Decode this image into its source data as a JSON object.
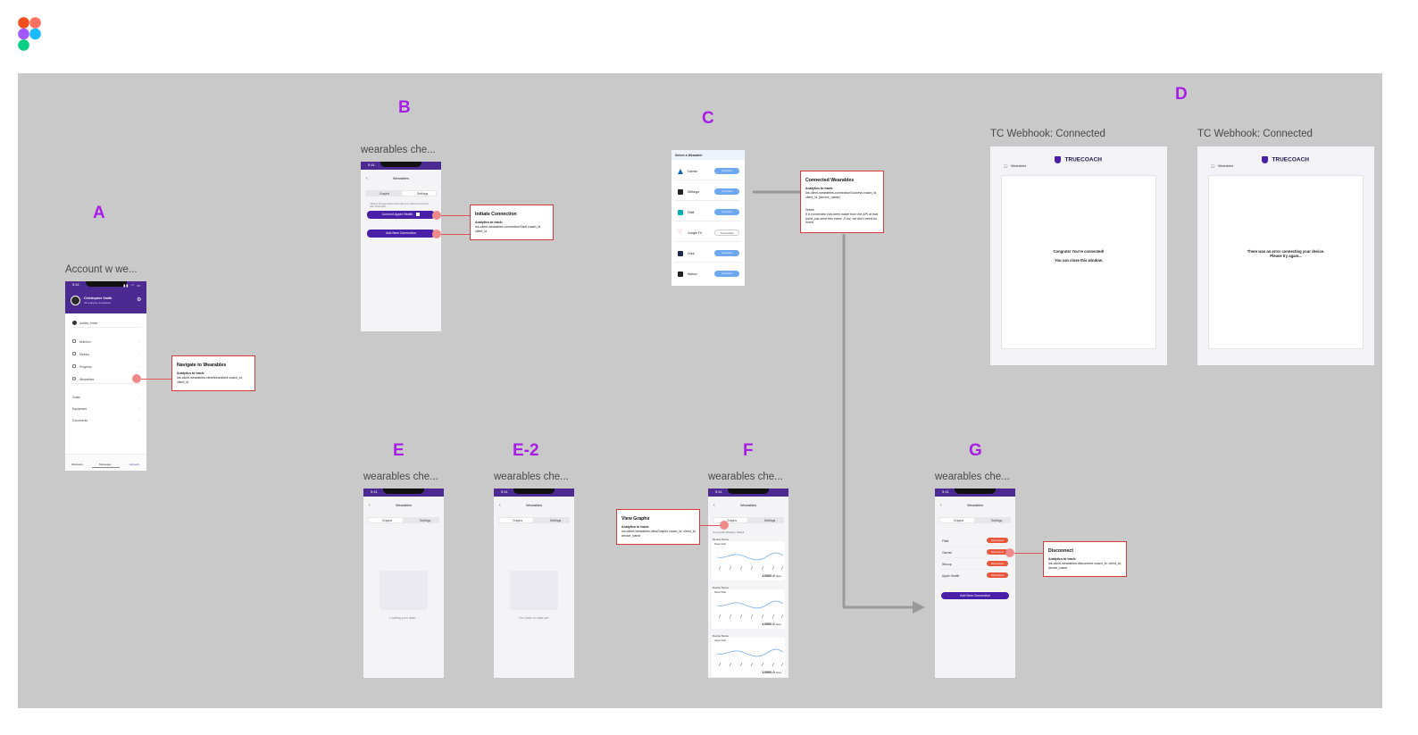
{
  "letters": {
    "a": "A",
    "b": "B",
    "c": "C",
    "d": "D",
    "e": "E",
    "e2": "E-2",
    "f": "F",
    "g": "G"
  },
  "frames": {
    "a": "Account w we...",
    "b": "wearables che...",
    "d1": "TC Webhook: Connected",
    "d2": "TC Webhook: Connected",
    "e": "wearables che...",
    "e2": "wearables che...",
    "f": "wearables che...",
    "g": "wearables che..."
  },
  "status_time": "9:41",
  "account": {
    "name": "Christopher Smith",
    "sub": "All analysis completed",
    "team": "Ashley Jones",
    "menu": [
      "Nutrition",
      "Metrics",
      "Progress",
      "Wearables"
    ],
    "menu2": [
      "Goals",
      "Equipment",
      "Documents"
    ],
    "tabs": [
      "Workouts",
      "Messages",
      "Account"
    ]
  },
  "wearables_screen": {
    "title": "Wearables",
    "tab_graphs": "Graphs",
    "tab_settings": "Settings",
    "hint": "Clicking the app below below will your health connections with TrueCoach.",
    "connect_apple": "Connect Apple Health",
    "add_connection": "Add New Connection"
  },
  "select_wearable": {
    "title": "Select a Wearable",
    "items": [
      {
        "name": "Garmin",
        "action": "Connect"
      },
      {
        "name": "Withings",
        "action": "Connect"
      },
      {
        "name": "Fitbit",
        "action": "Connect"
      },
      {
        "name": "Google Fit",
        "action": "Connected"
      },
      {
        "name": "Oura",
        "action": "Connect"
      },
      {
        "name": "Wahoo",
        "action": "Connect"
      }
    ]
  },
  "callouts": {
    "navigate": {
      "title": "Navigate to Wearables",
      "sub": "Analytics to track:",
      "body": "ios-client-wearables-viewWearables coach_id, client_id"
    },
    "initiate": {
      "title": "Initiate Connection",
      "sub": "Analytics to track:",
      "body": "ios-client-wearables-connectionStart coach_id, client_id"
    },
    "connected": {
      "title": "Connected Wearables",
      "sub": "Analytics to track:",
      "body": "ios-client-wearables-connectionSuccess coach_id, client_id, [device_name]",
      "notes_label": "Notes:",
      "notes": "If a connection has been made from the API at that point, just send this event. If not, we don't need an event"
    },
    "graphs": {
      "title": "View Graphs",
      "sub": "Analytics to track:",
      "body": "ios-client-wearables-viewGraphs coach_id, client_id, device_name"
    },
    "disconnect": {
      "title": "Disconnect",
      "sub": "Analytics to track:",
      "body": "ios-client-wearables-disconnect coach_id, client_id, device_name"
    }
  },
  "webhook": {
    "brand": "TRUECOACH",
    "crumb": "Wearables",
    "success_l1": "Congrats! You're connected!",
    "success_l2": "You can close this window.",
    "error_l1": "There was an error connecting your device.",
    "error_l2": "Please try again..."
  },
  "loading": "Loading your data...",
  "nodata": "You have no data yet.",
  "graphs": {
    "filter": "Time period: Week(s) • Default",
    "device": "Device Name",
    "metric": "Steps Total",
    "value": "13500.0",
    "unit": "Steps"
  },
  "devices": {
    "items": [
      "Fitbit",
      "Garmin",
      "Whoop",
      "Apple Health"
    ],
    "action": "Disconnect"
  },
  "colors": {
    "canvas": "#c9c9c9",
    "letter": "#a81de6",
    "brand_purple": "#4a1fa8",
    "callout_border": "#d83a3a",
    "arrow": "#9a9a9a"
  }
}
